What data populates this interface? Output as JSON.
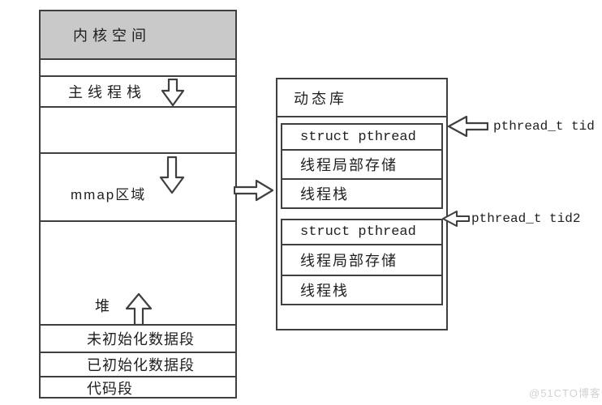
{
  "colors": {
    "stroke": "#3f3f3f",
    "kernel_fill": "#c9c9c9",
    "text": "#1f1f1f",
    "watermark": "#d2d2d2"
  },
  "memory_map": {
    "segments": {
      "kernel": "内核空间",
      "main_thread_stack": "主线程栈",
      "mmap": "mmap区域",
      "heap": "堆",
      "bss": "未初始化数据段",
      "data": "已初始化数据段",
      "code": "代码段"
    }
  },
  "dynamic_library": {
    "title": "动态库",
    "thread_blocks": [
      {
        "struct": "struct pthread",
        "tls": "线程局部存储",
        "stack": "线程栈"
      },
      {
        "struct": "struct pthread",
        "tls": "线程局部存储",
        "stack": "线程栈"
      }
    ]
  },
  "annotations": {
    "tid": "pthread_t tid",
    "tid2": "pthread_t tid2"
  },
  "icons": {
    "stack_growth": "down-arrow",
    "mmap_growth": "down-arrow",
    "heap_growth": "up-arrow",
    "mmap_to_library": "right-arrow",
    "tid_pointer": "left-arrow",
    "tid2_pointer": "left-arrow"
  },
  "watermark": "@51CTO博客"
}
